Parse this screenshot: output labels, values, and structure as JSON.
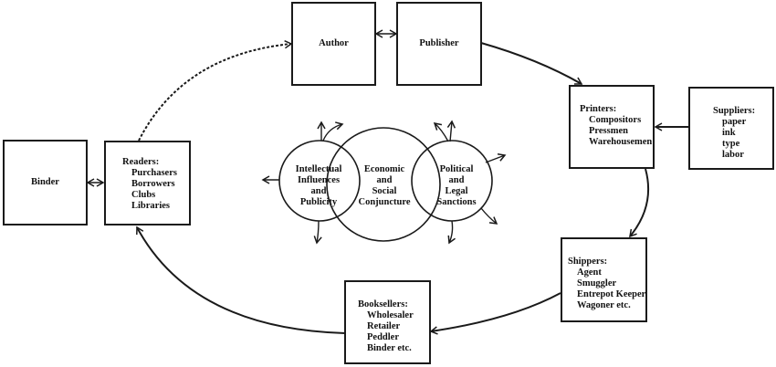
{
  "diagram": {
    "nodes": {
      "author": {
        "title": "Author"
      },
      "publisher": {
        "title": "Publisher"
      },
      "printers": {
        "title": "Printers:",
        "items": [
          "Compositors",
          "Pressmen",
          "Warehousemen"
        ]
      },
      "suppliers": {
        "title": "Suppliers:",
        "items": [
          "paper",
          "ink",
          "type",
          "labor"
        ]
      },
      "shippers": {
        "title": "Shippers:",
        "items": [
          "Agent",
          "Smuggler",
          "Entrepot Keeper",
          "Wagoner etc."
        ]
      },
      "booksellers": {
        "title": "Booksellers:",
        "items": [
          "Wholesaler",
          "Retailer",
          "Peddler",
          "Binder etc."
        ]
      },
      "readers": {
        "title": "Readers:",
        "items": [
          "Purchasers",
          "Borrowers",
          "Clubs",
          "Libraries"
        ]
      },
      "binder": {
        "title": "Binder"
      }
    },
    "influences": {
      "intellectual": [
        "Intellectual",
        "Influences",
        "and",
        "Publicity"
      ],
      "economic": [
        "Economic",
        "and",
        "Social",
        "Conjuncture"
      ],
      "political": [
        "Political",
        "and",
        "Legal",
        "Sanctions"
      ]
    },
    "edges": [
      {
        "from": "author",
        "to": "publisher",
        "style": "solid",
        "direction": "both"
      },
      {
        "from": "publisher",
        "to": "printers",
        "style": "solid",
        "direction": "forward"
      },
      {
        "from": "suppliers",
        "to": "printers",
        "style": "solid",
        "direction": "forward"
      },
      {
        "from": "printers",
        "to": "shippers",
        "style": "solid",
        "direction": "forward"
      },
      {
        "from": "shippers",
        "to": "booksellers",
        "style": "solid",
        "direction": "forward"
      },
      {
        "from": "booksellers",
        "to": "readers",
        "style": "solid",
        "direction": "forward"
      },
      {
        "from": "binder",
        "to": "readers",
        "style": "solid",
        "direction": "both"
      },
      {
        "from": "readers",
        "to": "author",
        "style": "dotted",
        "direction": "forward"
      }
    ]
  }
}
